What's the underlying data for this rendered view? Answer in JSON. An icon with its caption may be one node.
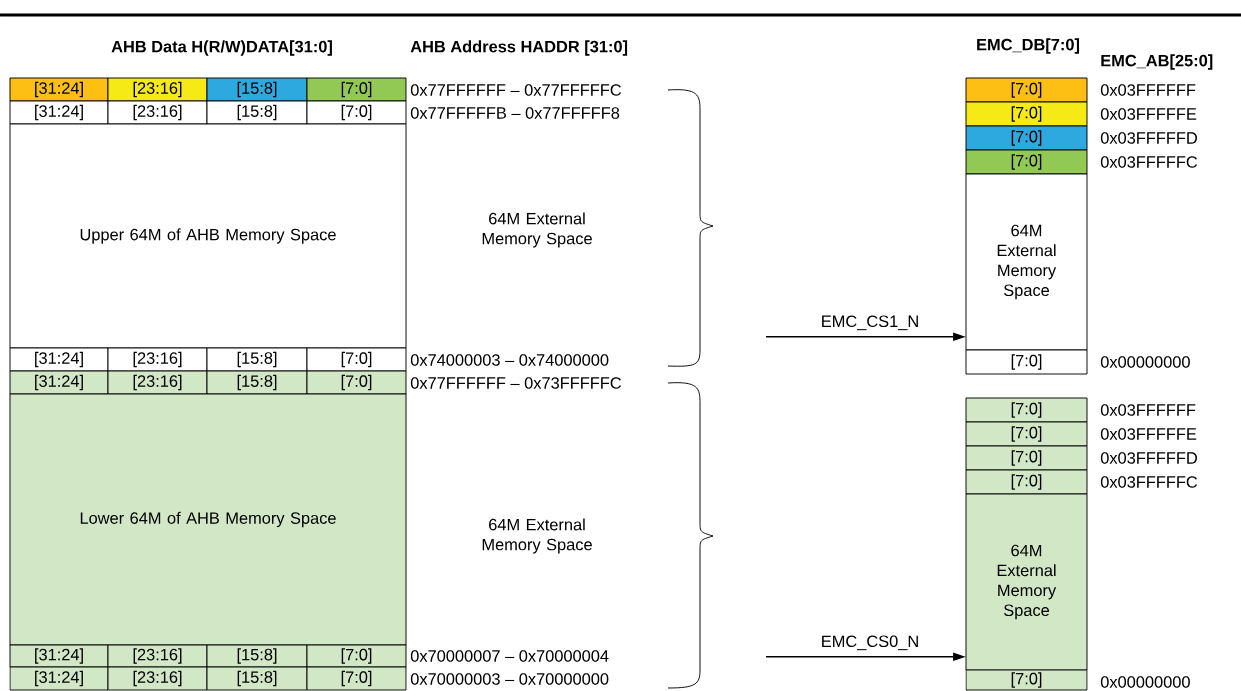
{
  "diagram": {
    "nodes": [
      {
        "text": [
          "[31:24]"
        ]
      },
      {
        "text": [
          "[23:16]"
        ]
      },
      {
        "text": [
          "[15:8]"
        ]
      },
      {
        "text": [
          "[7:0]"
        ]
      },
      {
        "text": [
          "[31:24]"
        ]
      },
      {
        "text": [
          "[23:16]"
        ]
      },
      {
        "text": [
          "[15:8]"
        ]
      },
      {
        "text": [
          "[7:0]"
        ]
      },
      {
        "text": [
          "Upper 64M of AHB Memory Space"
        ]
      },
      {
        "text": [
          "[31:24]"
        ]
      },
      {
        "text": [
          "[23:16]"
        ]
      },
      {
        "text": [
          "[15:8]"
        ]
      },
      {
        "text": [
          "[7:0]"
        ]
      },
      {
        "text": [
          "[31:24]"
        ]
      },
      {
        "text": [
          "[23:16]"
        ]
      },
      {
        "text": [
          "[15:8]"
        ]
      },
      {
        "text": [
          "[7:0]"
        ]
      },
      {
        "text": [
          "Lower 64M of AHB Memory Space"
        ]
      },
      {
        "text": [
          "[31:24]"
        ]
      },
      {
        "text": [
          "[23:16]"
        ]
      },
      {
        "text": [
          "[15:8]"
        ]
      },
      {
        "text": [
          "[7:0]"
        ]
      },
      {
        "text": [
          "[31:24]"
        ]
      },
      {
        "text": [
          "[23:16]"
        ]
      },
      {
        "text": [
          "[15:8]"
        ]
      },
      {
        "text": [
          "[7:0]"
        ]
      },
      {
        "text": [
          "[7:0]"
        ]
      },
      {
        "text": [
          "[7:0]"
        ]
      },
      {
        "text": [
          "[7:0]"
        ]
      },
      {
        "text": [
          "[7:0]"
        ]
      },
      {
        "text": [
          "64M External Memory Space"
        ]
      },
      {
        "text": [
          "[7:0]"
        ]
      },
      {
        "text": [
          "[7:0]"
        ]
      },
      {
        "text": [
          "[7:0]"
        ]
      },
      {
        "text": [
          "[7:0]"
        ]
      },
      {
        "text": [
          "[7:0]"
        ]
      },
      {
        "text": [
          "64M External Memory Space"
        ]
      },
      {
        "text": [
          "[7:0]"
        ]
      }
    ],
    "edges": [
      {
        "from": null,
        "to": 30,
        "arrow": "to",
        "label": "EMC_CS1_N"
      },
      {
        "from": null,
        "to": 36,
        "arrow": "to",
        "label": "EMC_CS0_N"
      }
    ],
    "labels": [
      "AHB Data H(R/W)DATA[31:0]",
      "AHB Address HADDR [31:0]",
      "EMC_DB[7:0]",
      "EMC_AB[25:0]",
      "0x77FFFFFF – 0x77FFFFFC",
      "0x77FFFFFB – 0x77FFFFF8",
      "64M External Memory Space",
      "0x74000003 – 0x74000000",
      "0x77FFFFFF – 0x73FFFFFC",
      "64M External Memory Space",
      "0x70000007 – 0x70000004",
      "0x70000003 – 0x70000000",
      "0x03FFFFFF",
      "0x03FFFFFE",
      "0x03FFFFFD",
      "0x03FFFFFC",
      "0x00000000",
      "0x03FFFFFF",
      "0x03FFFFFE",
      "0x03FFFFFD",
      "0x03FFFFFC",
      "0x00000000"
    ]
  }
}
